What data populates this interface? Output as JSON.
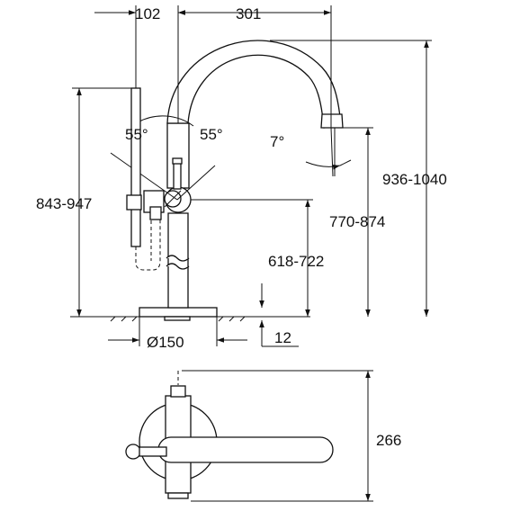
{
  "dimensions": {
    "side_offset": "102",
    "spout_reach": "301",
    "handle_angle_left": "55°",
    "handle_angle_right": "55°",
    "spout_tilt": "7°",
    "handshower_height": "843-947",
    "total_height": "936-1040",
    "spout_outlet_height": "770-874",
    "lever_height": "618-722",
    "base_diameter": "Ø150",
    "base_thickness": "12",
    "plan_depth": "266"
  }
}
